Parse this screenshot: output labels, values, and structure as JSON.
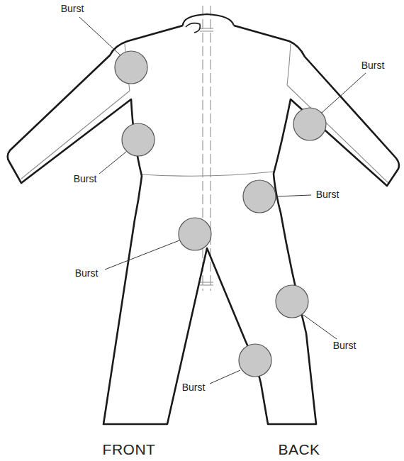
{
  "diagram": {
    "labels": [
      "Burst",
      "Burst",
      "Burst",
      "Burst",
      "Burst",
      "Burst",
      "Burst",
      "FRONT",
      "BACK"
    ]
  }
}
